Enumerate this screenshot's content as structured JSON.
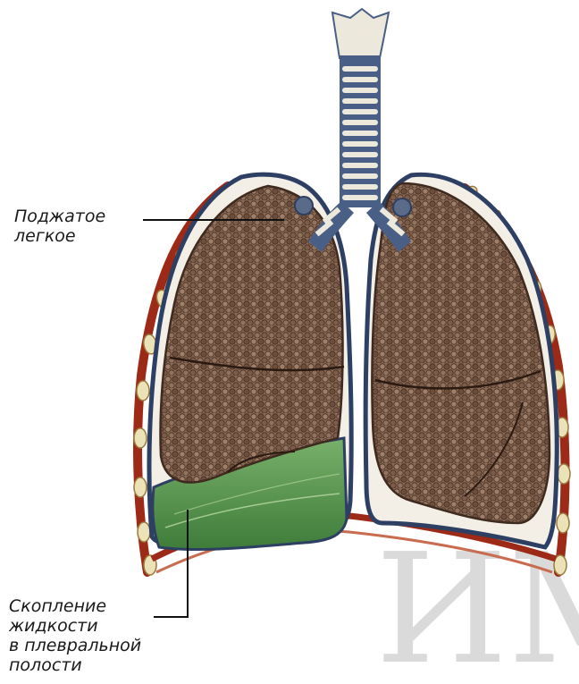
{
  "labels": {
    "collapsed_lung": [
      "Поджатое",
      "легкое"
    ],
    "pleural_effusion": [
      "Скопление",
      "жидкости",
      "в плевральной",
      "полости"
    ]
  },
  "watermark": {
    "text": "ИМ",
    "color": "#bdbdbd"
  },
  "colors": {
    "lung_tissue": "#7a5a47",
    "lung_dark": "#4a3326",
    "pleura_outline": "#2d3f63",
    "chest_wall": "#9c2a17",
    "rib": "#ece2b8",
    "fluid": "#5f9a52",
    "trachea_ring": "#ece8dc",
    "trachea_band": "#4a5f86"
  },
  "icons": {
    "collapsed_lung": "lung-icon",
    "fluid": "fluid-icon",
    "trachea": "trachea-icon"
  }
}
